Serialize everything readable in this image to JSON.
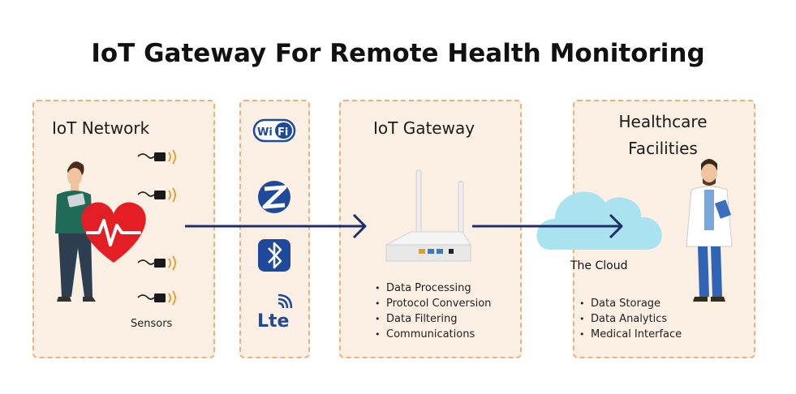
{
  "title": "IoT Gateway For Remote Health Monitoring",
  "iot_network": {
    "title": "IoT Network",
    "sensors_label": "Sensors"
  },
  "connectivity": {
    "icons": [
      "wifi-icon",
      "zigbee-icon",
      "bluetooth-icon",
      "lte-icon"
    ],
    "wifi_text_1": "Wi",
    "wifi_text_2": "Fi",
    "lte_text": "Lte"
  },
  "gateway": {
    "title": "IoT Gateway",
    "items": [
      "Data Processing",
      "Protocol Conversion",
      "Data Filtering",
      "Communications"
    ]
  },
  "healthcare": {
    "title_line1": "Healthcare",
    "title_line2": "Facilities",
    "cloud_label": "The Cloud",
    "items": [
      "Data Storage",
      "Data Analytics",
      "Medical Interface"
    ]
  },
  "colors": {
    "panel_bg": "#fcefe4",
    "panel_border": "#ecb27a",
    "arrow": "#1f2d6b",
    "heart": "#e31e24",
    "cloud": "#a9e3ef",
    "icon_blue": "#1f4a9c"
  }
}
